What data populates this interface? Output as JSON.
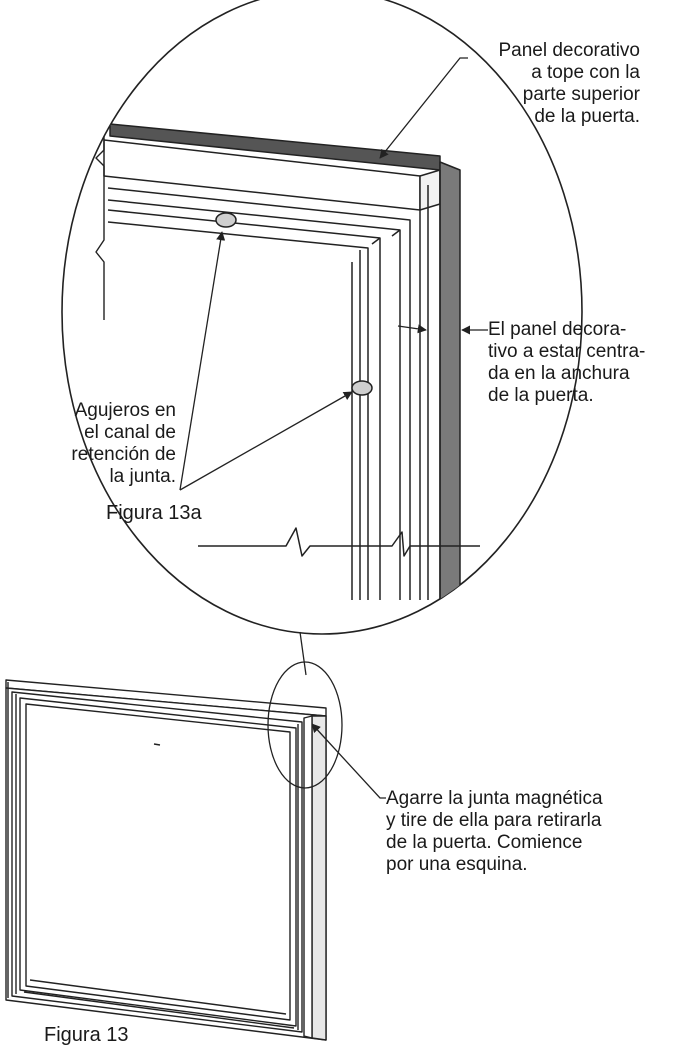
{
  "callouts": {
    "panel_top": [
      "Panel decorativo",
      "a tope con la",
      "parte superior",
      "de la puerta."
    ],
    "panel_center": [
      "El panel decora-",
      "tivo a estar centra-",
      "da en la anchura",
      "de la puerta."
    ],
    "holes": [
      "Agujeros en",
      "el canal de",
      "retención de",
      "la junta."
    ],
    "gasket": [
      "Agarre la junta magnética",
      "y tire de ella para retirarla",
      "de la puerta. Comience",
      "por una esquina."
    ]
  },
  "figures": {
    "detail": "Figura 13a",
    "main": "Figura 13"
  }
}
